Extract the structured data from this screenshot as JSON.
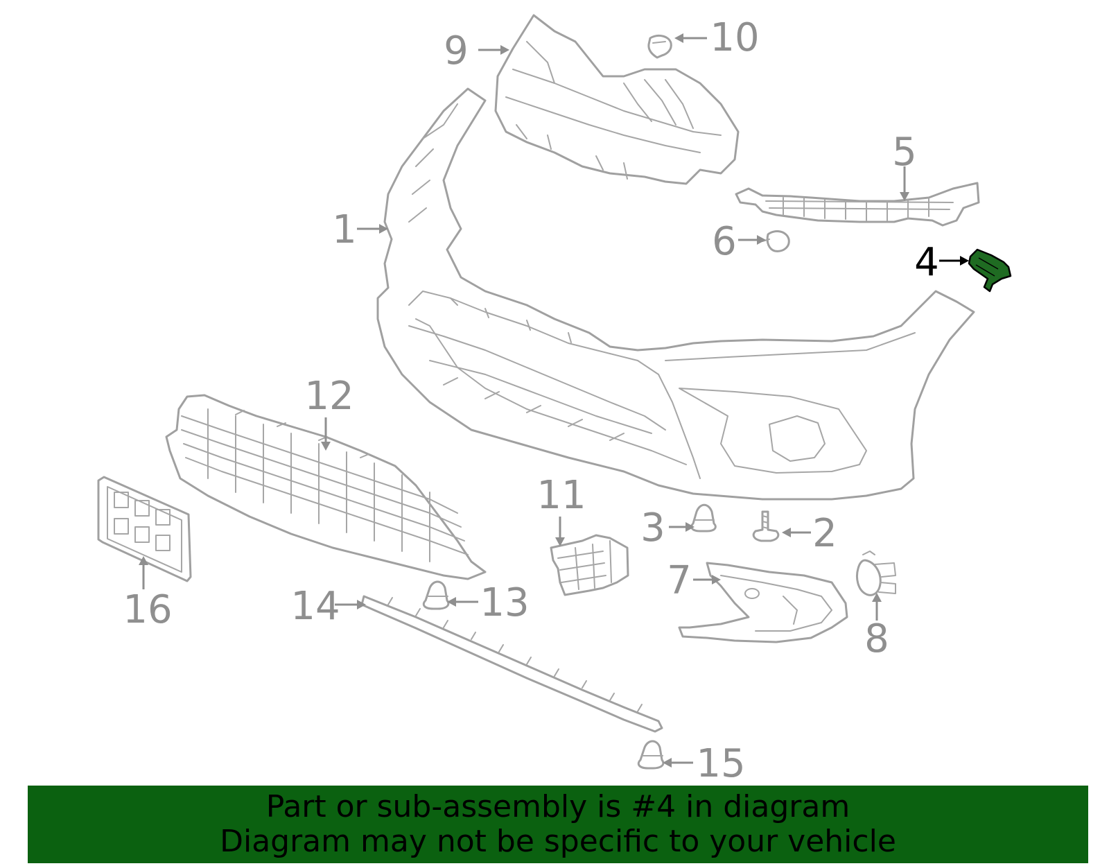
{
  "colors": {
    "banner_background": "#0b6110",
    "highlight_part": "#1f6b22",
    "line_art": "#a0a0a0",
    "callout_text": "#8f8f8f",
    "active_callout_text": "#000000"
  },
  "callouts": [
    {
      "id": "1",
      "label": "1"
    },
    {
      "id": "2",
      "label": "2"
    },
    {
      "id": "3",
      "label": "3"
    },
    {
      "id": "4",
      "label": "4",
      "highlighted": true
    },
    {
      "id": "5",
      "label": "5"
    },
    {
      "id": "6",
      "label": "6"
    },
    {
      "id": "7",
      "label": "7"
    },
    {
      "id": "8",
      "label": "8"
    },
    {
      "id": "9",
      "label": "9"
    },
    {
      "id": "10",
      "label": "10"
    },
    {
      "id": "11",
      "label": "11"
    },
    {
      "id": "12",
      "label": "12"
    },
    {
      "id": "13",
      "label": "13"
    },
    {
      "id": "14",
      "label": "14"
    },
    {
      "id": "15",
      "label": "15"
    },
    {
      "id": "16",
      "label": "16"
    }
  ],
  "banner": {
    "line1": "Part or sub-assembly is #4 in diagram",
    "line2": "Diagram may not be specific to your vehicle"
  }
}
